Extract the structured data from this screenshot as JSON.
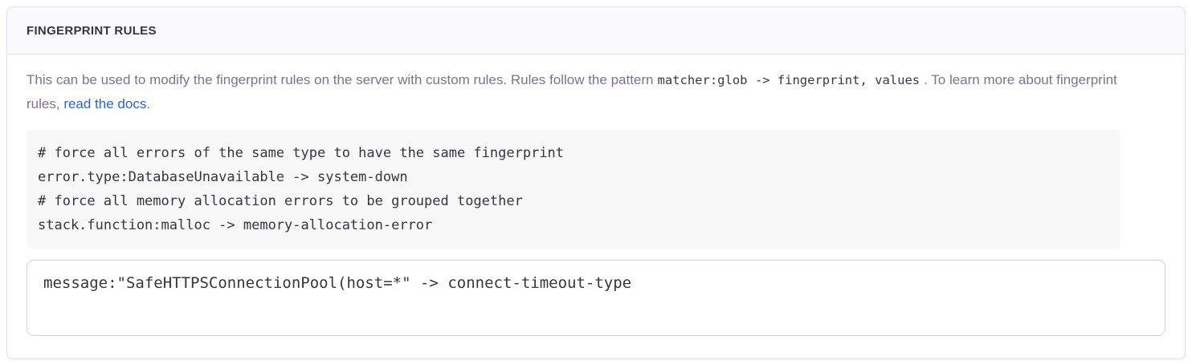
{
  "panel": {
    "title": "FINGERPRINT RULES",
    "description": {
      "before_code": "This can be used to modify the fingerprint rules on the server with custom rules. Rules follow the pattern",
      "inline_code": "matcher:glob -> fingerprint, values",
      "after_code": ". To learn more about fingerprint rules,",
      "link_text": "read the docs",
      "after_link": "."
    },
    "example_code": "# force all errors of the same type to have the same fingerprint\nerror.type:DatabaseUnavailable -> system-down\n# force all memory allocation errors to be grouped together\nstack.function:malloc -> memory-allocation-error",
    "rules_input_value": "message:\"SafeHTTPSConnectionPool(host=*\" -> connect-timeout-type"
  },
  "colors": {
    "link": "#2c62d4",
    "body_text": "#80708f",
    "heading_text": "#3a3340",
    "card_border": "#e2dee8",
    "header_bg": "#faf9fb",
    "code_block_bg": "#f8f8f9",
    "textarea_border": "#d7d1de"
  }
}
